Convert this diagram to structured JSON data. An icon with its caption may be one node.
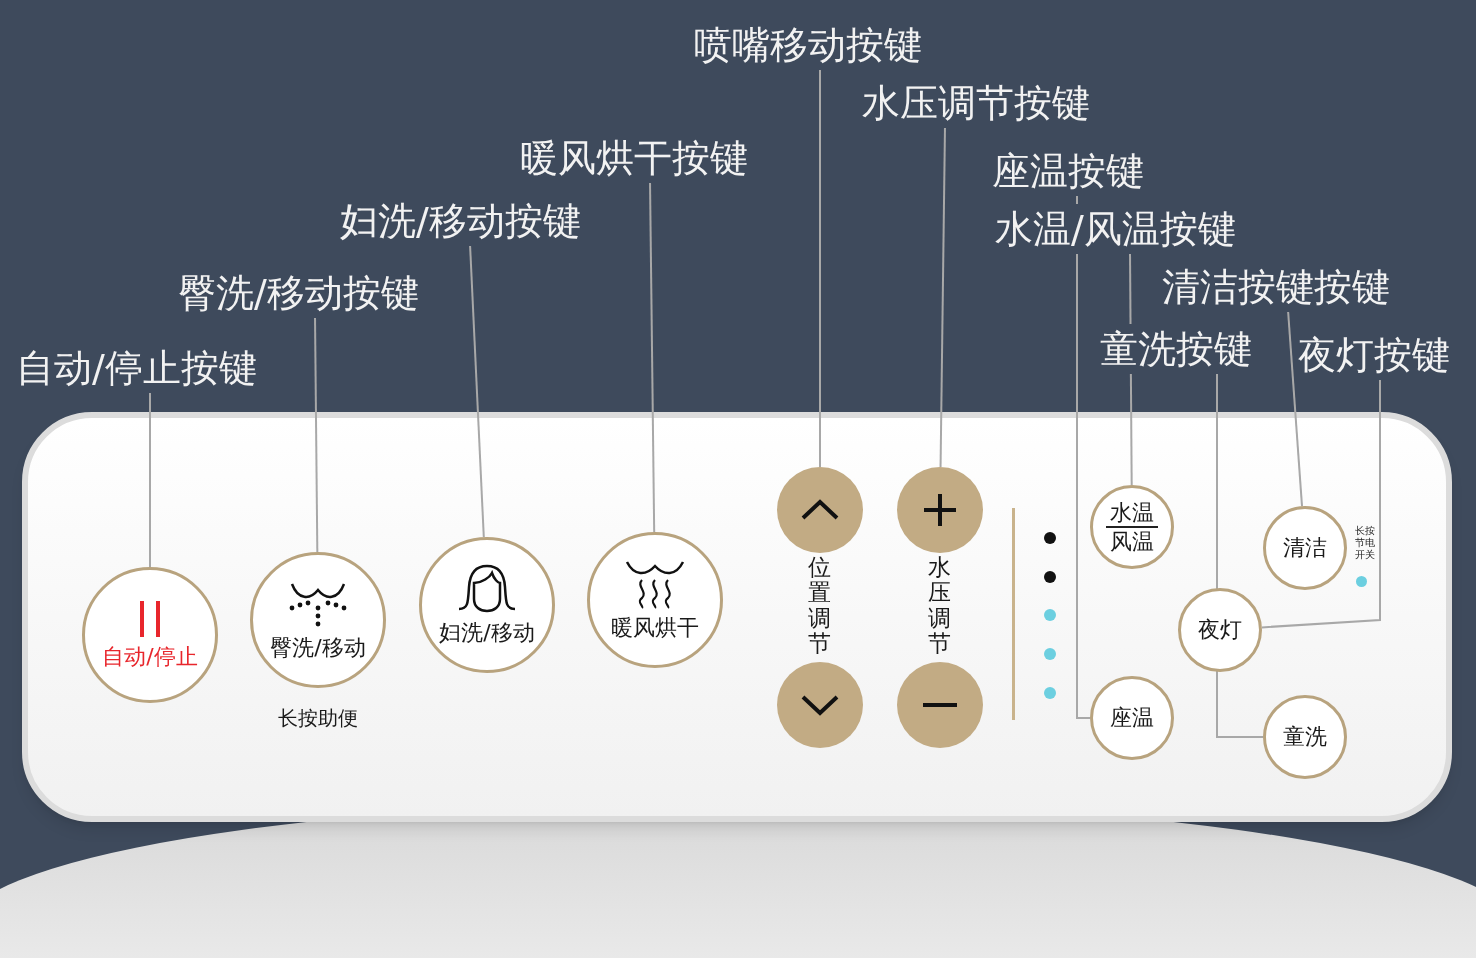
{
  "diagram": {
    "nodes": [
      {
        "text": [
          "自动/停止按键"
        ]
      },
      {
        "text": [
          "臀洗/移动按键"
        ]
      },
      {
        "text": [
          "妇洗/移动按键"
        ]
      },
      {
        "text": [
          "暖风烘干按键"
        ]
      },
      {
        "text": [
          "喷嘴移动按键"
        ]
      },
      {
        "text": [
          "水压调节按键"
        ]
      },
      {
        "text": [
          "座温按键"
        ]
      },
      {
        "text": [
          "水温/风温按键"
        ]
      },
      {
        "text": [
          "清洁按键按键"
        ]
      },
      {
        "text": [
          "童洗按键"
        ]
      },
      {
        "text": [
          "夜灯按键"
        ]
      },
      {
        "text": [
          "自动/停止"
        ]
      },
      {
        "text": [
          "臀洗/移动"
        ],
        "beside": [
          "长按助便"
        ]
      },
      {
        "text": [
          "妇洗/移动"
        ]
      },
      {
        "text": [
          "暖风烘干"
        ]
      },
      {
        "text": [],
        "shape": "circle"
      },
      {
        "text": [],
        "shape": "circle"
      },
      {
        "text": [],
        "shape": "circle"
      },
      {
        "text": [],
        "shape": "circle"
      },
      {
        "text": [
          "水温",
          "风温"
        ]
      },
      {
        "text": [
          "清洁"
        ]
      },
      {
        "text": [
          "夜灯"
        ]
      },
      {
        "text": [
          "座温"
        ]
      },
      {
        "text": [
          "童洗"
        ]
      }
    ],
    "edges": [
      {
        "from": 0,
        "to": 11,
        "arrow": "none"
      },
      {
        "from": 1,
        "to": 12,
        "arrow": "none"
      },
      {
        "from": 2,
        "to": 13,
        "arrow": "none"
      },
      {
        "from": 3,
        "to": 14,
        "arrow": "none"
      },
      {
        "from": 4,
        "to": 15,
        "arrow": "none"
      },
      {
        "from": 5,
        "to": 17,
        "arrow": "none"
      },
      {
        "from": 6,
        "to": 22,
        "arrow": "none"
      },
      {
        "from": 7,
        "to": 19,
        "arrow": "none"
      },
      {
        "from": 8,
        "to": 20,
        "arrow": "none"
      },
      {
        "from": 9,
        "to": 23,
        "arrow": "none"
      },
      {
        "from": 10,
        "to": 21,
        "arrow": "none"
      }
    ],
    "labels": [
      "位置调节",
      "水压调节",
      "长按节电开关"
    ]
  }
}
